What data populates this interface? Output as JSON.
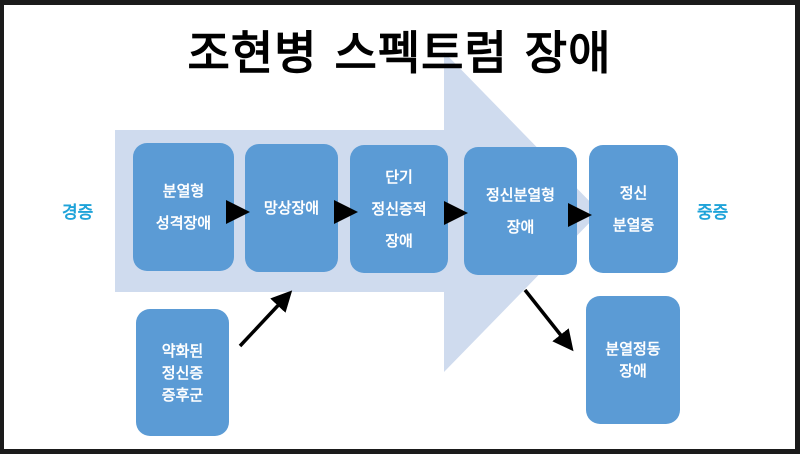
{
  "title": "조현병 스펙트럼 장애",
  "severity": {
    "mild": "경증",
    "severe": "중증"
  },
  "colors": {
    "box_fill": "#5b9bd5",
    "big_arrow_fill": "#cfdbee",
    "severity_text": "#1fa3d9"
  },
  "spectrum": [
    {
      "id": "schizotypal",
      "lines": [
        "분열형",
        "성격장애"
      ]
    },
    {
      "id": "delusional",
      "lines": [
        "망상장애"
      ]
    },
    {
      "id": "brief-psychotic",
      "lines": [
        "단기",
        "정신증적",
        "장애"
      ]
    },
    {
      "id": "schizophreniform",
      "lines": [
        "정신분열형",
        "장애"
      ]
    },
    {
      "id": "schizophrenia",
      "lines": [
        "정신",
        "분열증"
      ]
    }
  ],
  "side_boxes": {
    "attenuated": {
      "lines": [
        "약화된",
        "정신증",
        "증후군"
      ]
    },
    "schizoaffective": {
      "lines": [
        "분열정동",
        "장애"
      ]
    }
  }
}
